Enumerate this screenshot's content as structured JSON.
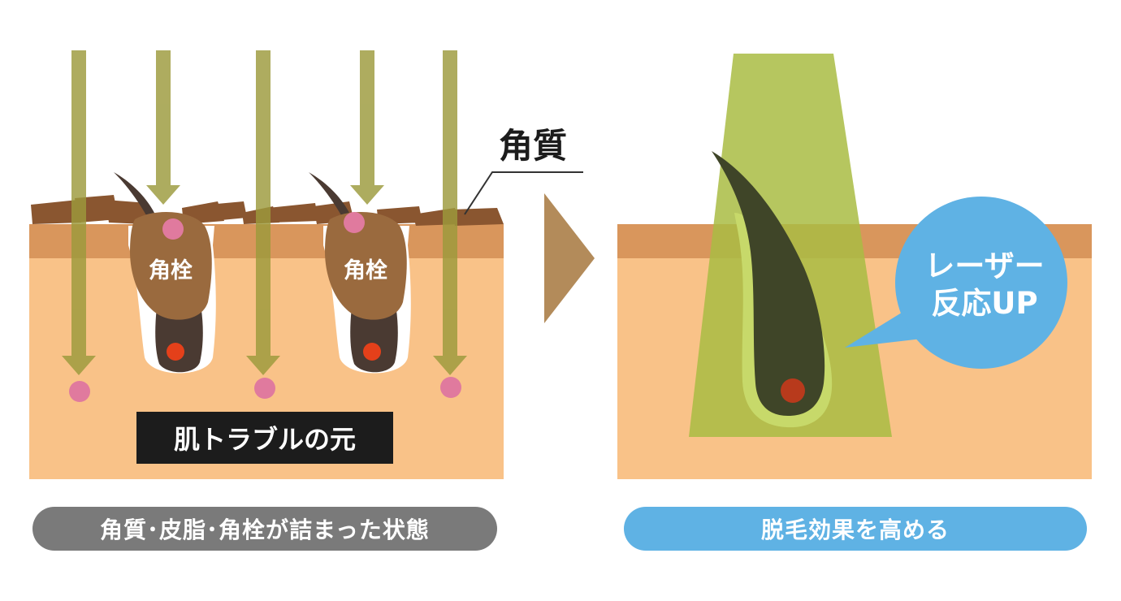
{
  "left_panel": {
    "keratin_label": "角質",
    "plug_labels": [
      "角栓",
      "角栓"
    ],
    "skin_trouble_label": "肌トラブルの元",
    "caption": "角質･皮脂･角栓が詰まった状態"
  },
  "right_panel": {
    "bubble_line1": "レーザー",
    "bubble_line2": "反応UP",
    "caption": "脱毛効果を高める"
  },
  "colors": {
    "skin": "#f9c288",
    "skin_surface": "#d9965c",
    "laser_arrow": "#9c9a3c",
    "laser_beam": "#a9bc43",
    "keratin": "#8a5630",
    "plug": "#9a6a3e",
    "caption_left": "#7a7a7a",
    "caption_right": "#5fb2e4",
    "bubble": "#5fb2e4",
    "label_box": "#1c1c1c",
    "pink_dot": "#e07a9e",
    "red_dot": "#e4401a"
  },
  "icons": [
    "transition-arrow-icon"
  ]
}
